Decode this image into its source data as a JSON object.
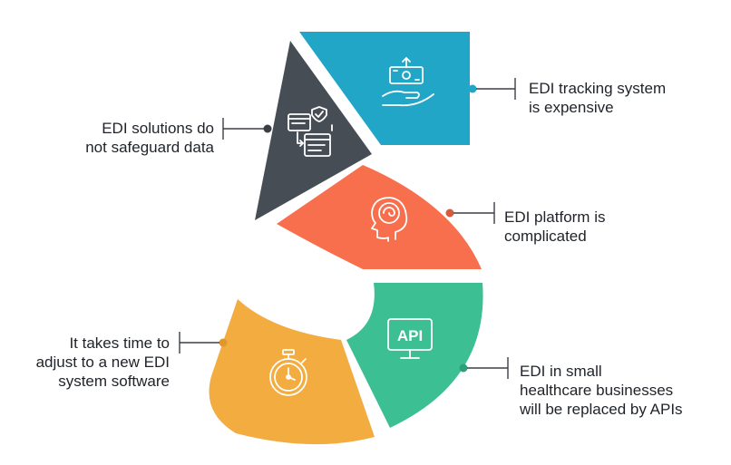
{
  "colors": {
    "blue": "#22a6c8",
    "dark": "#474d54",
    "coral": "#f86f4e",
    "green": "#3cbf93",
    "orange": "#f2ac3f",
    "connector": "#3a3f45",
    "icon_stroke": "#ffffff"
  },
  "segments": [
    {
      "id": "tracking",
      "icon": "hand-money-icon",
      "lines": [
        "EDI tracking system",
        "is expensive"
      ]
    },
    {
      "id": "safeguard",
      "icon": "data-transfer-shield-icon",
      "lines": [
        "EDI solutions do",
        "not safeguard data"
      ]
    },
    {
      "id": "complicated",
      "icon": "head-spiral-icon",
      "lines": [
        "EDI platform is",
        "complicated"
      ]
    },
    {
      "id": "apis",
      "icon": "api-monitor-icon",
      "icon_text": "API",
      "lines": [
        "EDI in small",
        "healthcare businesses",
        "will be replaced by APIs"
      ]
    },
    {
      "id": "adjust",
      "icon": "stopwatch-icon",
      "lines": [
        "It takes time to",
        "adjust to a new EDI",
        "system software"
      ]
    }
  ]
}
